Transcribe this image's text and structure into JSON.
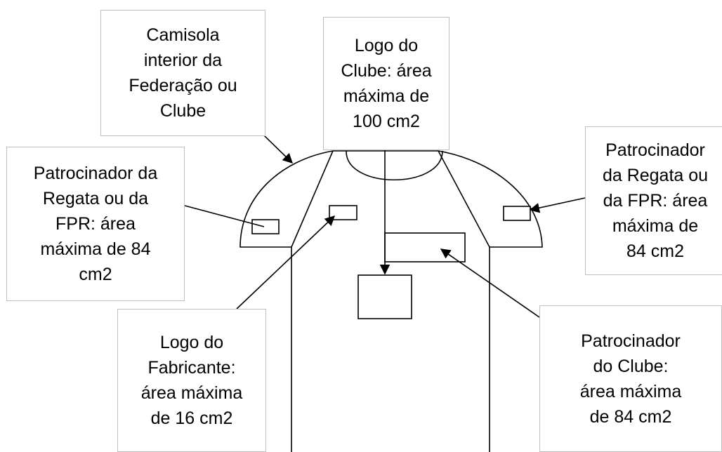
{
  "callouts": {
    "undershirt": [
      "Camisola",
      "interior da",
      "Federação ou",
      "Clube"
    ],
    "club_logo": [
      "Logo do",
      "Clube: área",
      "máxima de",
      "100 cm2"
    ],
    "left_sleeve_sponsor": [
      "Patrocinador da",
      "Regata ou da",
      "FPR: área",
      "máxima de 84",
      "cm2"
    ],
    "right_sleeve_sponsor": [
      "Patrocinador",
      "da Regata ou",
      "da FPR: área",
      "máxima de",
      "84 cm2"
    ],
    "manufacturer_logo": [
      "Logo do",
      "Fabricante:",
      "área máxima",
      "de 16 cm2"
    ],
    "club_sponsor": [
      "Patrocinador",
      "do Clube:",
      "área máxima",
      "de 84 cm2"
    ]
  },
  "colors": {
    "outline": "#000000",
    "box_border": "#bfbfbf",
    "background": "#ffffff"
  }
}
